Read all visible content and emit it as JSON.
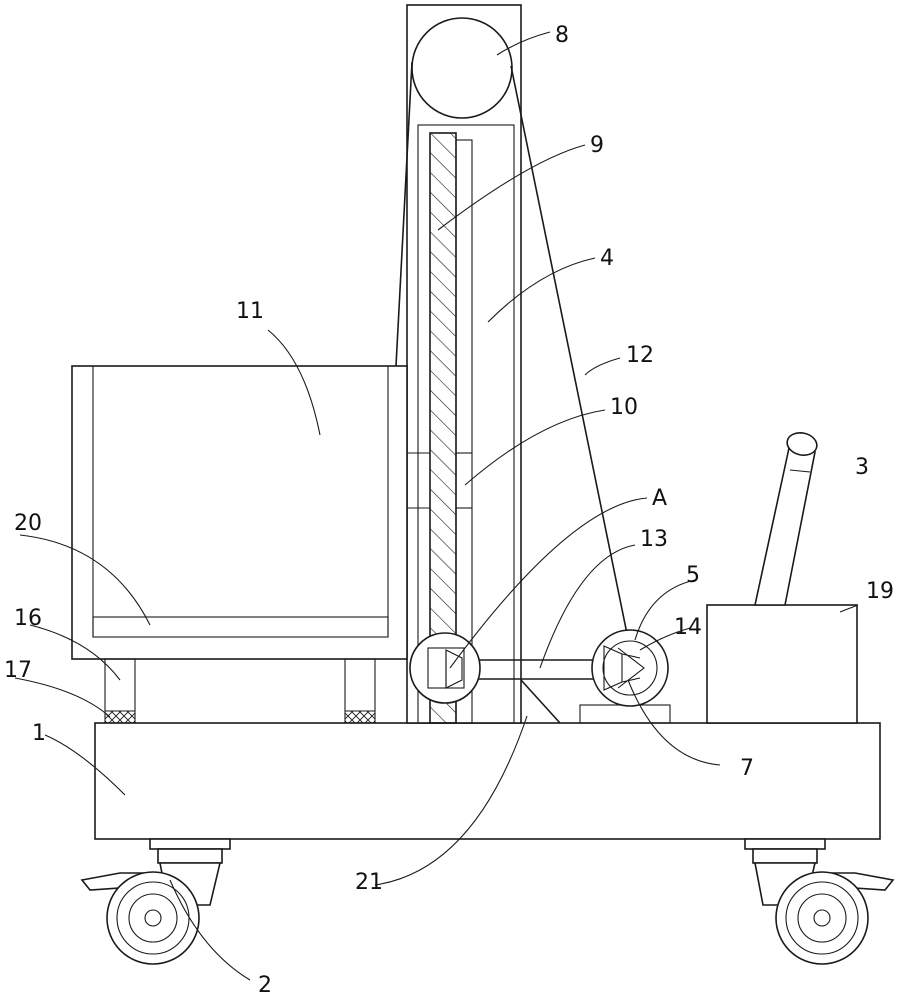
{
  "figure": {
    "labels": {
      "n1": "1",
      "n2": "2",
      "n3": "3",
      "n4": "4",
      "n5": "5",
      "n7": "7",
      "n8": "8",
      "n9": "9",
      "n10": "10",
      "n11": "11",
      "n12": "12",
      "n13": "13",
      "n14": "14",
      "n16": "16",
      "n17": "17",
      "n19": "19",
      "n20": "20",
      "n21": "21",
      "nA": "A"
    }
  },
  "colors": {
    "line": "#1a1a1a",
    "background": "#ffffff"
  }
}
